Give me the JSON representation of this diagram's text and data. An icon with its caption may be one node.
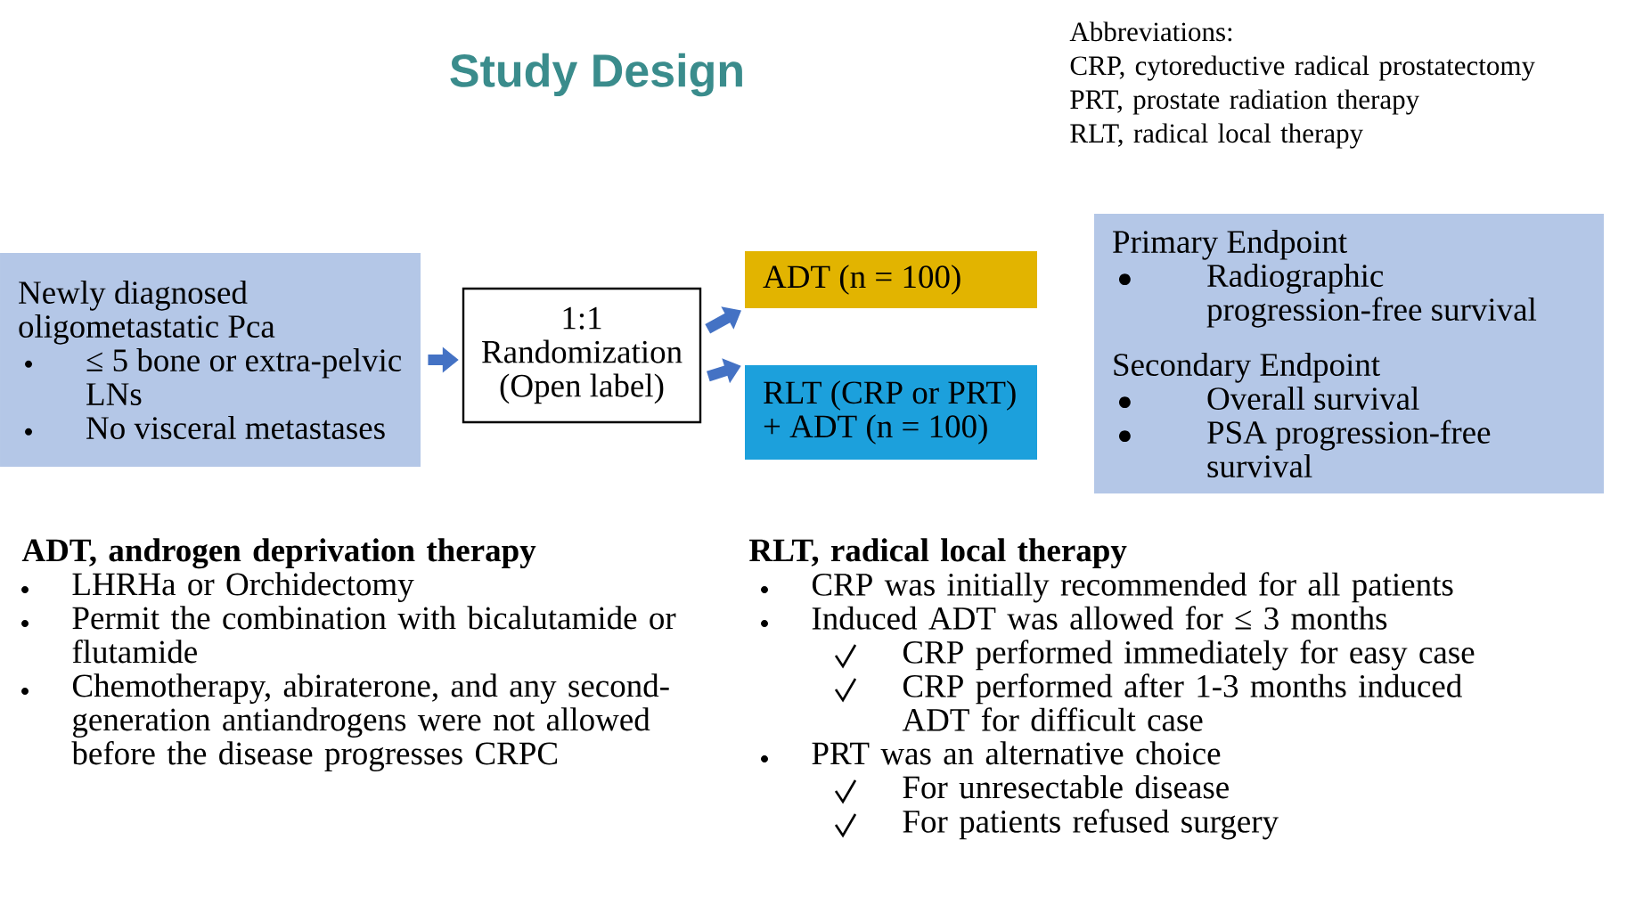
{
  "diagram": {
    "title": "Study Design",
    "nodes": [
      {
        "text": [
          "Newly diagnosed oligometastatic Pca",
          "≤ 5 bone or extra-pelvic LNs",
          "No visceral metastases"
        ]
      },
      {
        "text": [
          "1:1",
          "Randomization",
          "(Open label)"
        ]
      },
      {
        "text": [
          "ADT (n = 100)"
        ]
      },
      {
        "text": [
          "RLT (CRP or PRT) + ADT (n = 100)"
        ]
      },
      {
        "text": [
          "Primary Endpoint",
          "Radiographic progression-free survival",
          "Secondary Endpoint",
          "Overall survival",
          "PSA progression-free survival"
        ]
      }
    ],
    "edges": [
      {
        "from": 0,
        "to": 1,
        "arrow": "to"
      },
      {
        "from": 1,
        "to": 2,
        "arrow": "to"
      },
      {
        "from": 1,
        "to": 3,
        "arrow": "to"
      }
    ],
    "labels": [
      "Abbreviations:",
      "CRP, cytoreductive radical prostatectomy",
      "PRT, prostate radiation therapy",
      "RLT, radical local therapy",
      "ADT, androgen deprivation therapy",
      "LHRHa or Orchidectomy",
      "Permit the combination with bicalutamide or flutamide",
      "Chemotherapy, abiraterone, and any second-generation antiandrogens were not allowed before the disease progresses CRPC",
      "RLT, radical local therapy",
      "CRP was initially recommended for all patients",
      "Induced ADT was allowed for ≤ 3 months",
      "CRP performed immediately for easy case",
      "CRP performed after 1-3 months induced ADT for difficult case",
      "PRT was an alternative choice",
      "For unresectable disease",
      "For patients refused surgery"
    ]
  }
}
